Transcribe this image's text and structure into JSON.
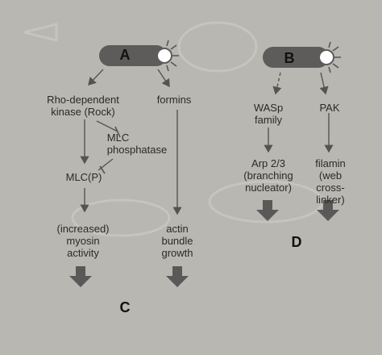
{
  "panels": {
    "A": {
      "letter": "A",
      "rock": "Rho-dependent\nkinase (Rock)",
      "formins": "formins",
      "mlc_phosphatase": "MLC\nphosphatase",
      "mlc_p": "MLC(P)",
      "myosin": "(increased)\nmyosin\nactivity",
      "actin": "actin\nbundle\ngrowth"
    },
    "B": {
      "letter": "B",
      "wasp": "WASp\nfamily",
      "pak": "PAK",
      "arp": "Arp 2/3\n(branching\nnucleator)",
      "filamin": "filamin\n(web\ncross-linker)"
    },
    "C": {
      "letter": "C"
    },
    "D": {
      "letter": "D"
    }
  },
  "colors": {
    "background": "#b9b7b2",
    "pill": "#5d5c5a",
    "text": "#2a2a2a",
    "arrow": "#555452",
    "block_arrow": "#5a5957"
  }
}
